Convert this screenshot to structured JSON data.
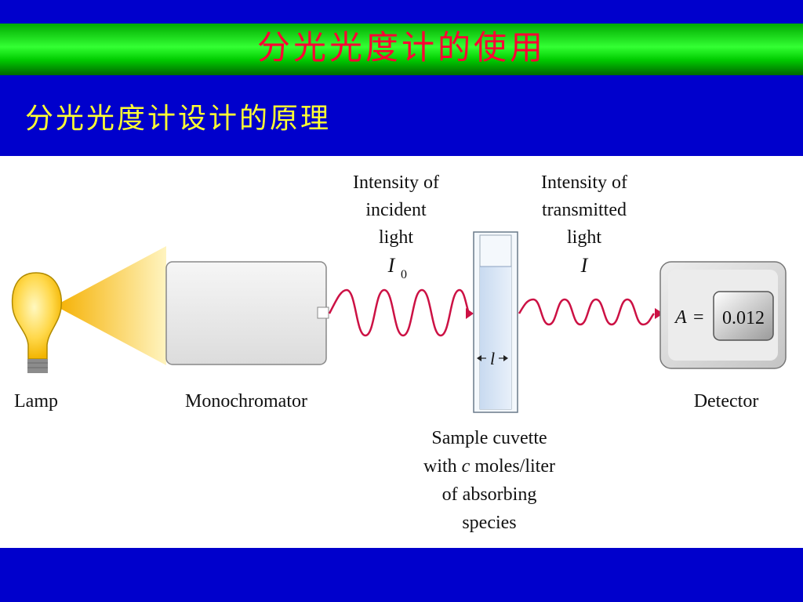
{
  "slide": {
    "title": "分光光度计的使用",
    "subtitle": "分光光度计设计的原理"
  },
  "colors": {
    "background": "#0000cc",
    "title_bar": "#00dd00",
    "title_text": "#ff0033",
    "subtitle_text": "#ffff33",
    "wave": "#cc1144",
    "light_beam": "#f5b800"
  },
  "diagram": {
    "lamp_label": "Lamp",
    "monochromator_label": "Monochromator",
    "incident": {
      "line1": "Intensity of",
      "line2": "incident",
      "line3": "light",
      "symbol": "I",
      "subscript": "0"
    },
    "transmitted": {
      "line1": "Intensity of",
      "line2": "transmitted",
      "line3": "light",
      "symbol": "I"
    },
    "path_length_symbol": "l",
    "cuvette": {
      "line1": "Sample cuvette",
      "line2_pre": "with ",
      "line2_var": "c",
      "line2_post": " moles/liter",
      "line3": "of absorbing",
      "line4": "species"
    },
    "detector_label": "Detector",
    "readout": {
      "symbol": "A",
      "equals": "=",
      "value": "0.012"
    }
  }
}
